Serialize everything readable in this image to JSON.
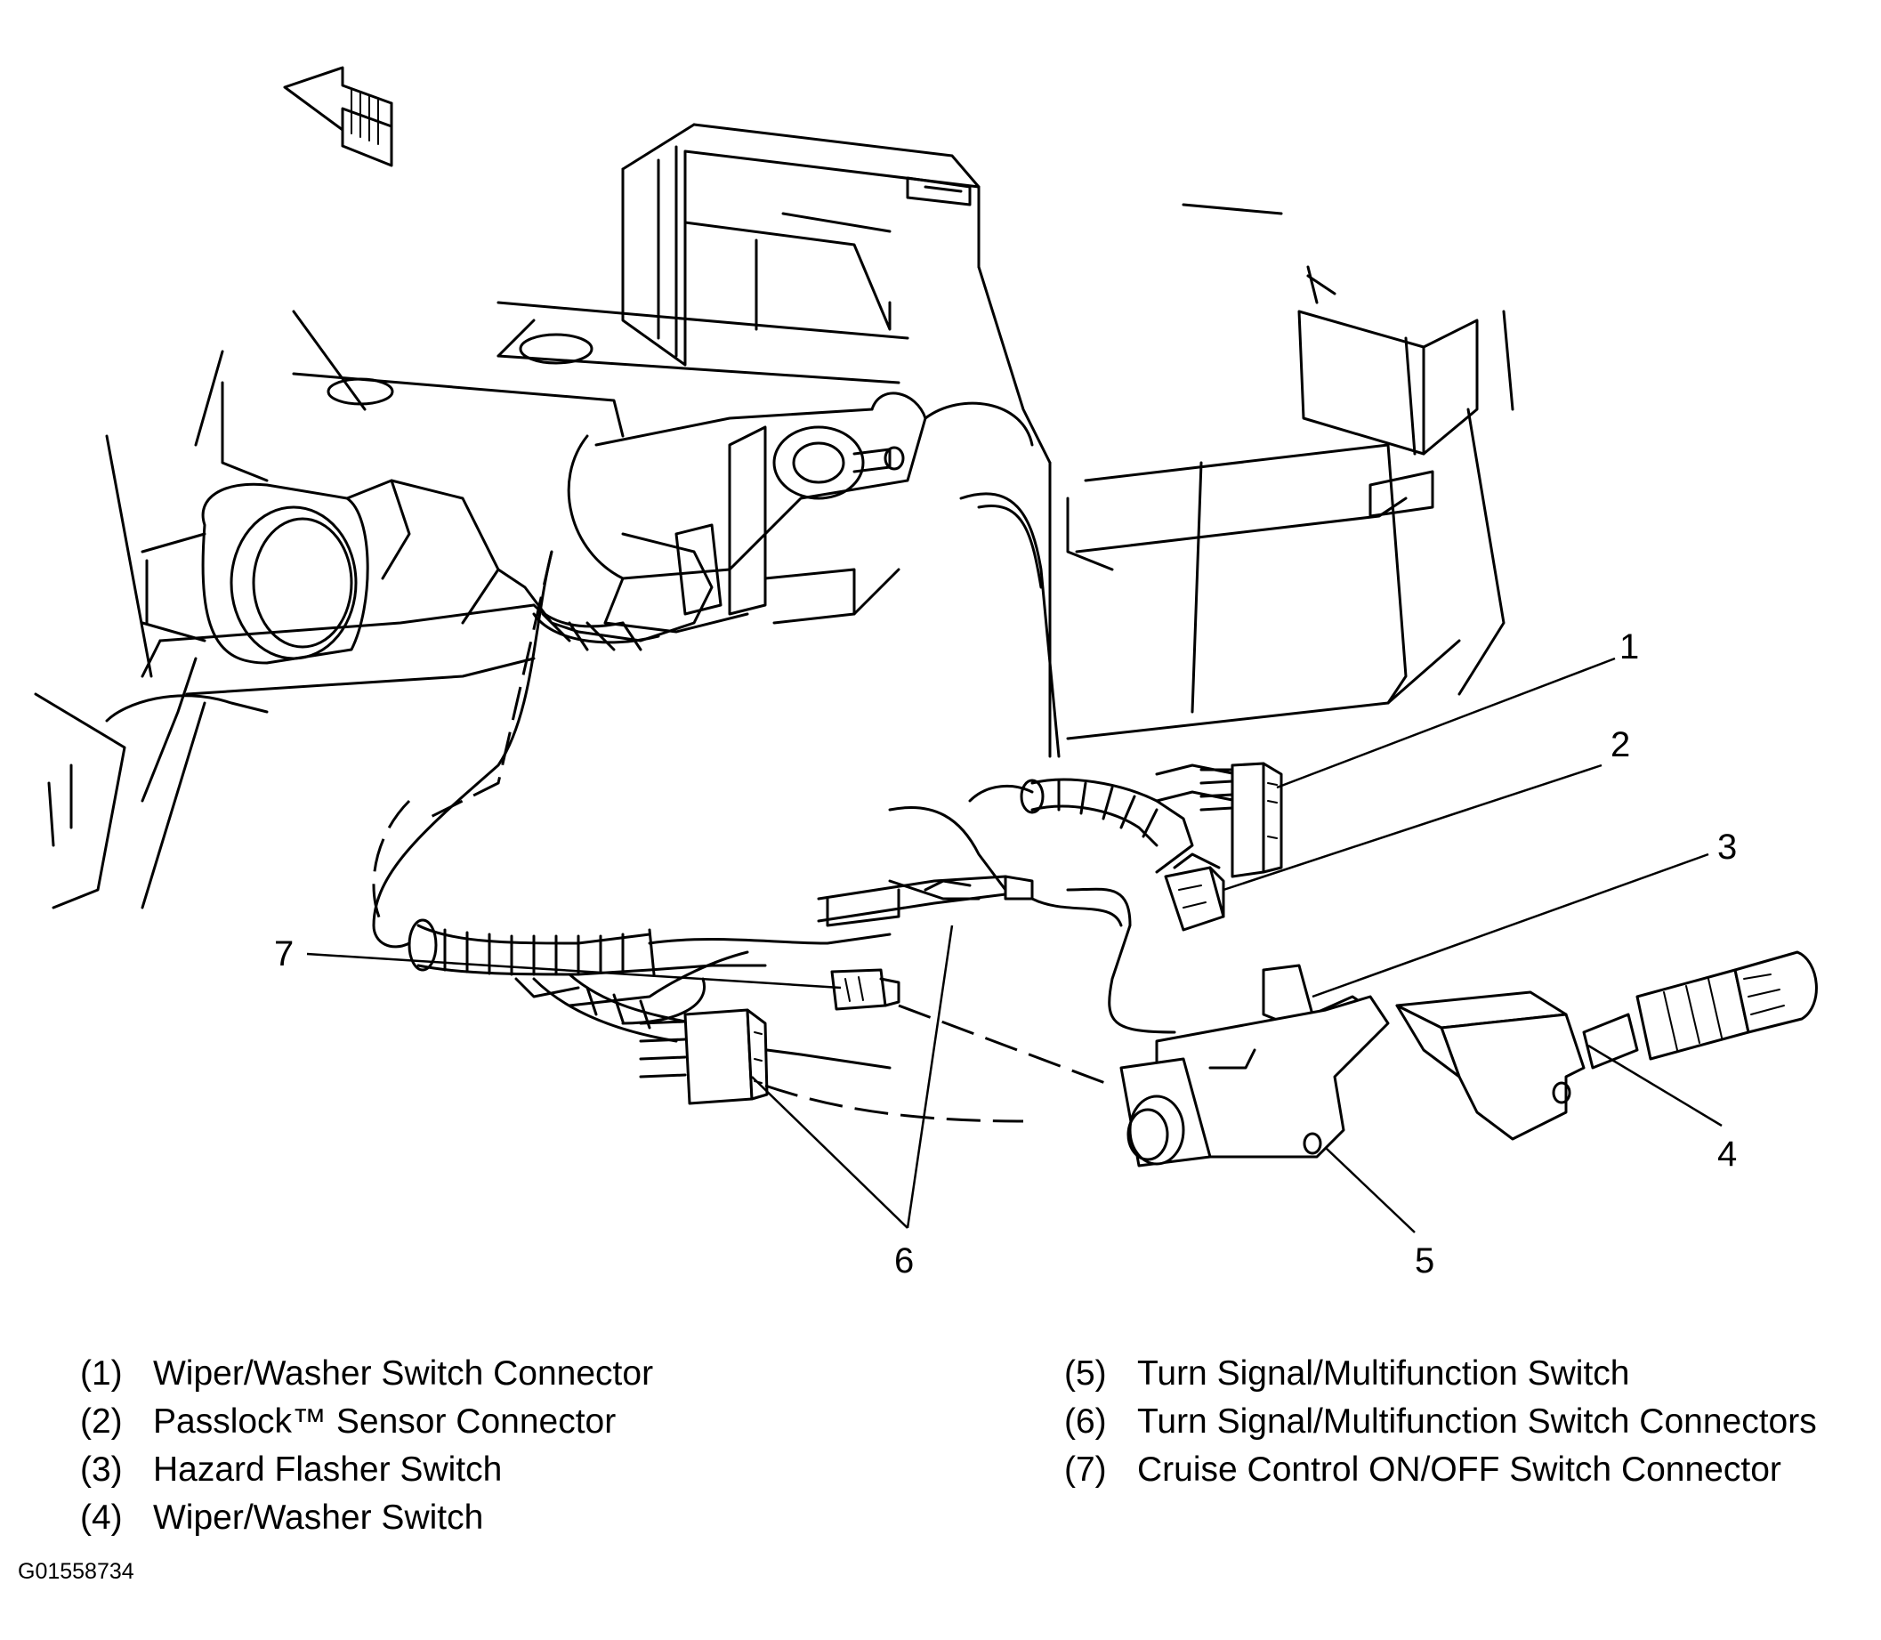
{
  "callouts": [
    "1",
    "2",
    "3",
    "4",
    "5",
    "6",
    "7"
  ],
  "legend": {
    "left": [
      {
        "num": "(1)",
        "text": "Wiper/Washer Switch Connector"
      },
      {
        "num": "(2)",
        "text": "Passlock™ Sensor Connector"
      },
      {
        "num": "(3)",
        "text": "Hazard Flasher Switch"
      },
      {
        "num": "(4)",
        "text": "Wiper/Washer Switch"
      }
    ],
    "right": [
      {
        "num": "(5)",
        "text": "Turn Signal/Multifunction Switch"
      },
      {
        "num": "(6)",
        "text": "Turn Signal/Multifunction Switch Connectors"
      },
      {
        "num": "(7)",
        "text": "Cruise Control ON/OFF Switch Connector"
      }
    ]
  },
  "figure_id": "G01558734"
}
